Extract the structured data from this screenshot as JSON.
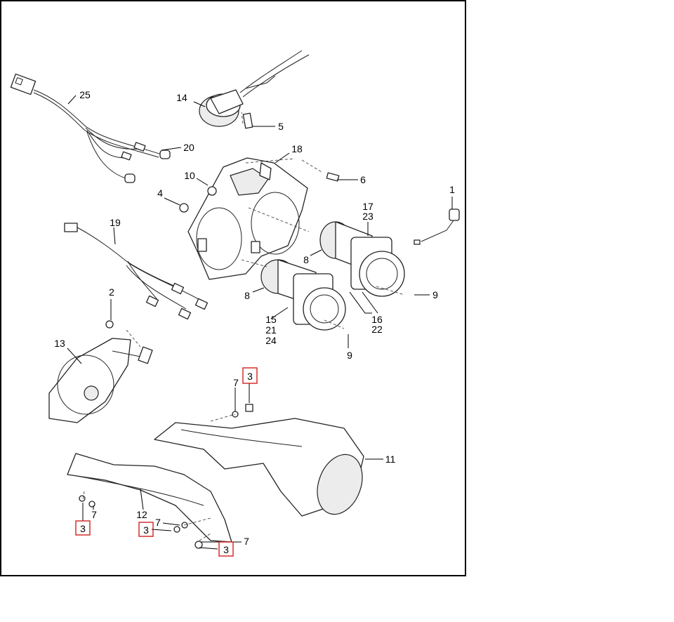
{
  "labels": {
    "p1": "1",
    "p2": "2",
    "p3a": "3",
    "p3b": "3",
    "p3c": "3",
    "p3d": "3",
    "p4": "4",
    "p5": "5",
    "p6": "6",
    "p7a": "7",
    "p7b": "7",
    "p7c": "7",
    "p7d": "7",
    "p8a": "8",
    "p8b": "8",
    "p9a": "9",
    "p9b": "9",
    "p10": "10",
    "p11": "11",
    "p12": "12",
    "p13": "13",
    "p14": "14",
    "p15": "15",
    "p21": "21",
    "p24": "24",
    "p16": "16",
    "p22": "22",
    "p17": "17",
    "p23": "23",
    "p18": "18",
    "p19": "19",
    "p20": "20",
    "p25": "25"
  },
  "colors": {
    "highlight_box": "#d42020",
    "line": "#222222",
    "frame": "#000000"
  }
}
